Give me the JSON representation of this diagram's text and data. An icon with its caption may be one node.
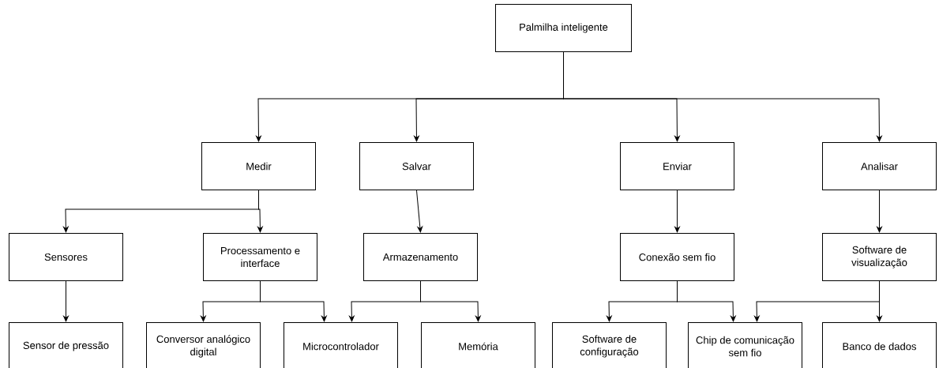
{
  "diagram": {
    "nodes": [
      {
        "text": [
          "Palmilha inteligente"
        ]
      },
      {
        "text": [
          "Medir"
        ]
      },
      {
        "text": [
          "Salvar"
        ]
      },
      {
        "text": [
          "Enviar"
        ]
      },
      {
        "text": [
          "Analisar"
        ]
      },
      {
        "text": [
          "Sensores"
        ]
      },
      {
        "text": [
          "Processamento e interface"
        ]
      },
      {
        "text": [
          "Armazenamento"
        ]
      },
      {
        "text": [
          "Conexão sem fio"
        ]
      },
      {
        "text": [
          "Software de visualização"
        ]
      },
      {
        "text": [
          "Sensor de pressão"
        ]
      },
      {
        "text": [
          "Conversor analógico digital"
        ]
      },
      {
        "text": [
          "Microcontrolador"
        ]
      },
      {
        "text": [
          "Memória"
        ]
      },
      {
        "text": [
          "Software de configuração"
        ]
      },
      {
        "text": [
          "Chip de comunicação sem fio"
        ]
      },
      {
        "text": [
          "Banco de dados"
        ]
      }
    ],
    "edges": [
      {
        "from": 0,
        "to": 1,
        "arrow": "to"
      },
      {
        "from": 0,
        "to": 2,
        "arrow": "to"
      },
      {
        "from": 0,
        "to": 3,
        "arrow": "to"
      },
      {
        "from": 0,
        "to": 4,
        "arrow": "to"
      },
      {
        "from": 1,
        "to": 5,
        "arrow": "to"
      },
      {
        "from": 1,
        "to": 6,
        "arrow": "to"
      },
      {
        "from": 2,
        "to": 7,
        "arrow": "to"
      },
      {
        "from": 3,
        "to": 8,
        "arrow": "to"
      },
      {
        "from": 4,
        "to": 9,
        "arrow": "to"
      },
      {
        "from": 5,
        "to": 10,
        "arrow": "to"
      },
      {
        "from": 6,
        "to": 11,
        "arrow": "to"
      },
      {
        "from": 6,
        "to": 12,
        "arrow": "to"
      },
      {
        "from": 7,
        "to": 12,
        "arrow": "to"
      },
      {
        "from": 7,
        "to": 13,
        "arrow": "to"
      },
      {
        "from": 8,
        "to": 14,
        "arrow": "to"
      },
      {
        "from": 8,
        "to": 15,
        "arrow": "to"
      },
      {
        "from": 9,
        "to": 15,
        "arrow": "to"
      },
      {
        "from": 9,
        "to": 16,
        "arrow": "to"
      }
    ]
  }
}
